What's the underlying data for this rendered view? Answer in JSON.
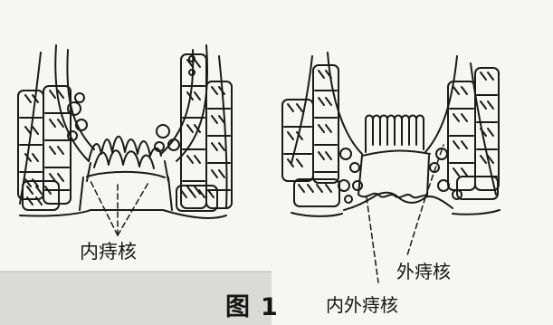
{
  "figure": {
    "caption_prefix": "图",
    "caption_number": "1"
  },
  "labels": {
    "internal": "内痔核",
    "external": "外痔核",
    "mixed": "内外痔核"
  },
  "colors": {
    "ink": "#1a1a1a",
    "paper": "#f6f6f4",
    "lower_panel": "#dadad8",
    "background": "#ececea"
  }
}
